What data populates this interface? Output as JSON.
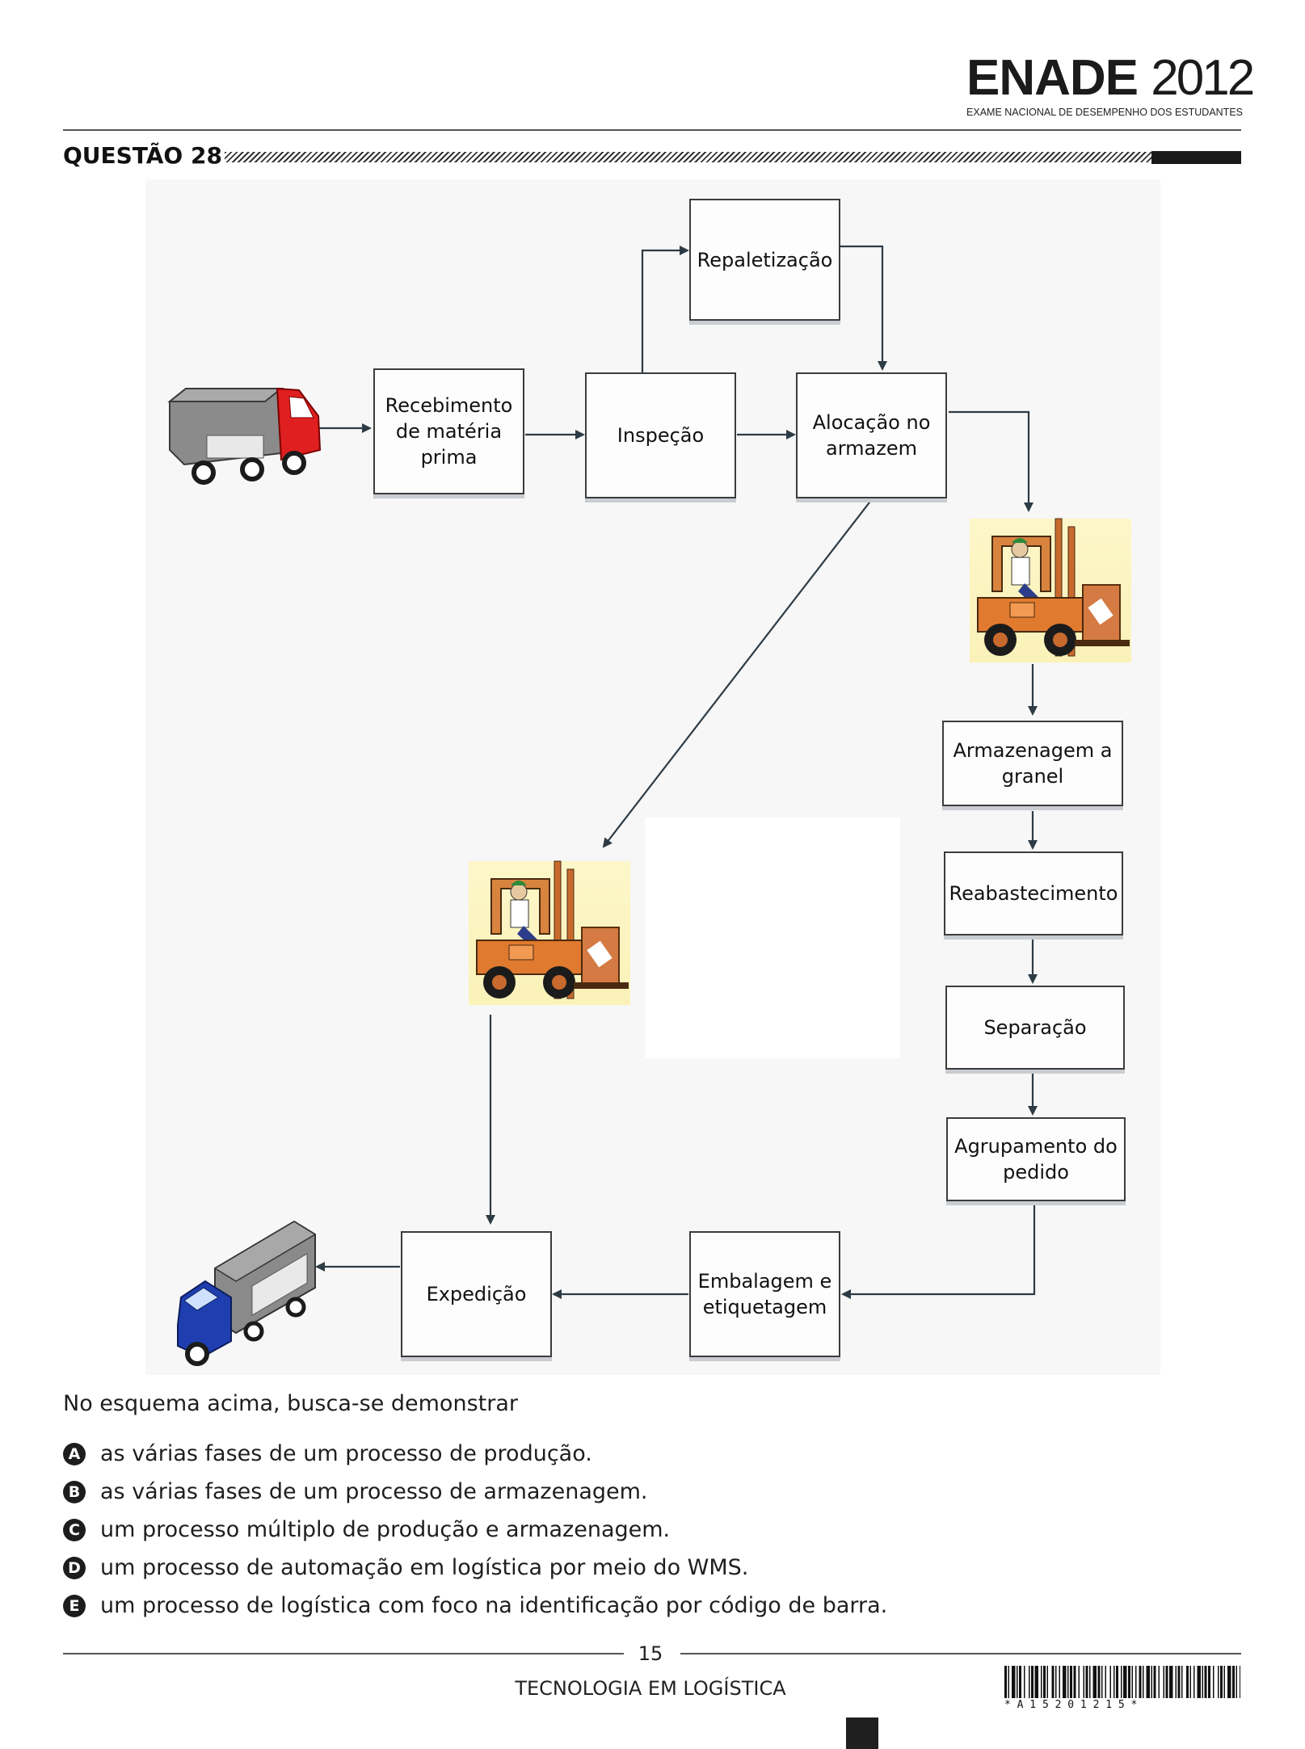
{
  "header": {
    "logo_main": "ENADE",
    "logo_year": "2012",
    "logo_subtitle": "EXAME NACIONAL DE DESEMPENHO DOS ESTUDANTES",
    "question_title": "QUESTÃO 28"
  },
  "diagram": {
    "boxes": {
      "repaletizacao": "Repaletização",
      "recebimento": "Recebimento\nde matéria\nprima",
      "inspecao": "Inspeção",
      "alocacao": "Alocação no\narmazem",
      "armazenagem": "Armazenagem a\ngranel",
      "reabastecimento": "Reabastecimento",
      "separacao": "Separação",
      "agrupamento": "Agrupamento do\npedido",
      "embalagem": "Embalagem e\netiquetagem",
      "expedicao": "Expedição"
    },
    "icons": [
      "red-truck-icon",
      "forklift-icon",
      "forklift-icon",
      "blue-truck-icon"
    ]
  },
  "question": {
    "stem": "No esquema acima, busca-se demonstrar",
    "options": [
      {
        "letter": "A",
        "text": "as várias fases de um processo de produção."
      },
      {
        "letter": "B",
        "text": "as várias fases de um processo de armazenagem."
      },
      {
        "letter": "C",
        "text": "um processo múltiplo de produção e armazenagem."
      },
      {
        "letter": "D",
        "text": "um processo de automação em logística por meio do WMS."
      },
      {
        "letter": "E",
        "text": "um processo de logística com foco na identificação por código de barra."
      }
    ]
  },
  "footer": {
    "page_number": "15",
    "course": "TECNOLOGIA EM LOGÍSTICA",
    "barcode_text": "* A 1 5 2 0 1 2 1 5 *"
  }
}
